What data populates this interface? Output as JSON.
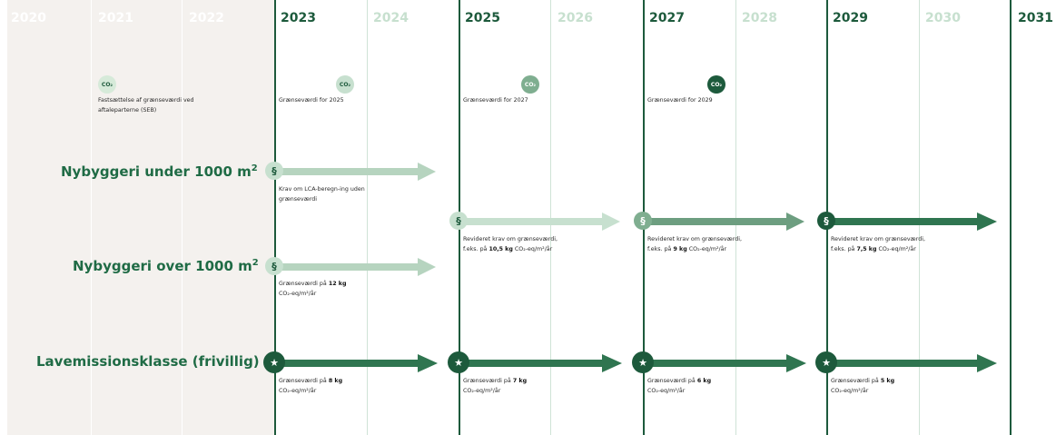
{
  "years": [
    "2020",
    "2021",
    "2022",
    "2023",
    "2024",
    "2025",
    "2026",
    "2027",
    "2028",
    "2029",
    "2030",
    "2031"
  ],
  "co2_symbol": "CO₂",
  "milestones": [
    {
      "label": "Fastsættelse af grænseværdi ved aftaleparterne (SEB)"
    },
    {
      "label": "Grænseværdi for 2025"
    },
    {
      "label": "Grænseværdi for 2027"
    },
    {
      "label": "Grænseværdi for 2029"
    }
  ],
  "rows": {
    "nybyggeri_under": {
      "label": "Nybyggeri under 1000 m",
      "sup": "2",
      "symbol": "§",
      "req_2023": "Krav om LCA-beregn-ing uden grænseværdi"
    },
    "nybyggeri_over": {
      "label": "Nybyggeri over 1000 m",
      "sup": "2",
      "symbol": "§",
      "req_2023_pre": "Grænseværdi på",
      "req_2023_val": "12 kg",
      "unit": "CO₂-eq/m²/år",
      "revised_pre": "Revideret krav om grænseværdi, f.eks. på",
      "req_2025_val": "10,5 kg",
      "req_2027_val": "9 kg",
      "req_2029_val": "7,5 kg"
    },
    "lavemission": {
      "label": "Lavemissionsklasse (frivillig)",
      "symbol": "★",
      "pre": "Grænseværdi på",
      "unit": "CO₂-eq/m²/år",
      "val_2023": "8 kg",
      "val_2025": "7 kg",
      "val_2027": "6 kg",
      "val_2029": "5 kg"
    }
  },
  "colors": {
    "dark_green": "#1d5a3c",
    "mid_green": "#3f7d5c",
    "light_green": "#a9cbb5",
    "pale_green": "#c7e0cf",
    "past_bg": "#f4f1ee"
  }
}
